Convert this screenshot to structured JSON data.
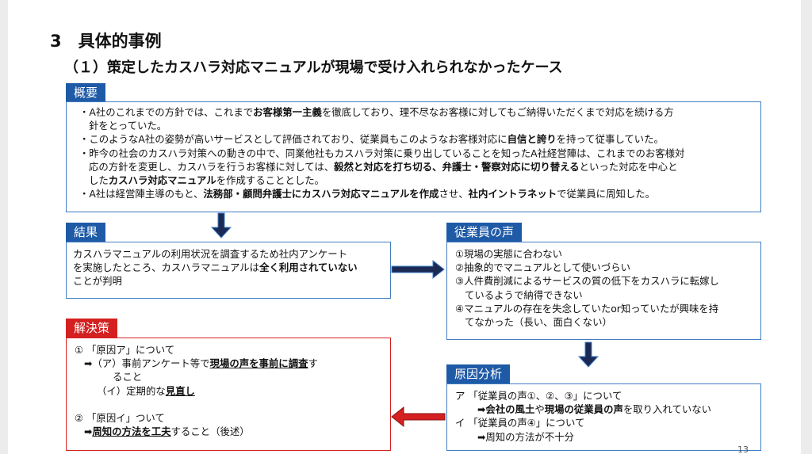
{
  "slide": {
    "heading": "3　具体的事例",
    "subheading": "（１）策定したカスハラ対応マニュアルが現場で受け入れられなかったケース",
    "page_number": "13"
  },
  "overview": {
    "label": "概要",
    "lines": [
      [
        "・A社のこれまでの方針では、これまで",
        {
          "b": "お客様第一主義"
        },
        "を徹底しており、理不尽なお客様に対してもご納得いただくまで対応を続ける方"
      ],
      [
        "針をとっていた。"
      ],
      [
        "・このようなA社の姿勢が高いサービスとして評価されており、従業員もこのようなお客様対応に",
        {
          "b": "自信と誇り"
        },
        "を持って従事していた。"
      ],
      [
        "・昨今の社会のカスハラ対策への動きの中で、同業他社もカスハラ対策に乗り出していることを知ったA社経営陣は、これまでのお客様対"
      ],
      [
        "応の方針を変更し、カスハラを行うお客様に対しては、",
        {
          "b": "毅然と対応を打ち切る、弁護士・警察対応に切り替える"
        },
        "といった対応を中心と"
      ],
      [
        "した",
        {
          "b": "カスハラ対応マニュアル"
        },
        "を作成することとした。"
      ],
      [
        "・A社は経営陣主導のもと、",
        {
          "b": "法務部・顧問弁護士にカスハラ対応マニュアルを作成"
        },
        "させ、",
        {
          "b": "社内イントラネット"
        },
        "で従業員に周知した。"
      ]
    ]
  },
  "result": {
    "label": "結果",
    "lines": [
      [
        "カスハラマニュアルの利用状況を調査するため社内アンケート"
      ],
      [
        "を実施したところ、カスハラマニュアルは",
        {
          "b": "全く利用されていない"
        }
      ],
      [
        "ことが判明"
      ]
    ]
  },
  "voices": {
    "label": "従業員の声",
    "lines": [
      [
        "①現場の実態に合わない"
      ],
      [
        "②抽象的でマニュアルとして使いづらい"
      ],
      [
        "③人件費削減によるサービスの質の低下をカスハラに転嫁し"
      ],
      [
        "ているようで納得できない"
      ],
      [
        "④マニュアルの存在を失念していたor知っていたが興味を持"
      ],
      [
        "てなかった（長い、面白くない）"
      ]
    ]
  },
  "solution": {
    "label": "解決策",
    "lines": [
      [
        "① 「原因ア」について"
      ],
      [
        "➡（ア）事前アンケート等で",
        {
          "bu": "現場の声を事前に調査"
        },
        "す"
      ],
      [
        "ること"
      ],
      [
        "（イ）定期的な",
        {
          "bu": "見直し"
        }
      ],
      [
        ""
      ],
      [
        "② 「原因イ」ついて"
      ],
      [
        {
          "b": "➡"
        },
        {
          "bu": "周知の方法を工夫"
        },
        "すること（後述）"
      ]
    ]
  },
  "analysis": {
    "label": "原因分析",
    "lines": [
      [
        "ア 「従業員の声①、②、③」について"
      ],
      [
        {
          "b": "➡会社の風土"
        },
        "や",
        {
          "b": "現場の従業員の声"
        },
        "を取り入れていない"
      ],
      [
        "イ 「従業員の声④」について"
      ],
      [
        "➡周知の方法が不十分"
      ]
    ]
  },
  "colors": {
    "label_blue": "#1f5aa6",
    "label_red": "#d42020",
    "border_blue": "#3f7dc4",
    "arrow_dark": "#1a2a55",
    "arrow_red": "#d42020"
  }
}
